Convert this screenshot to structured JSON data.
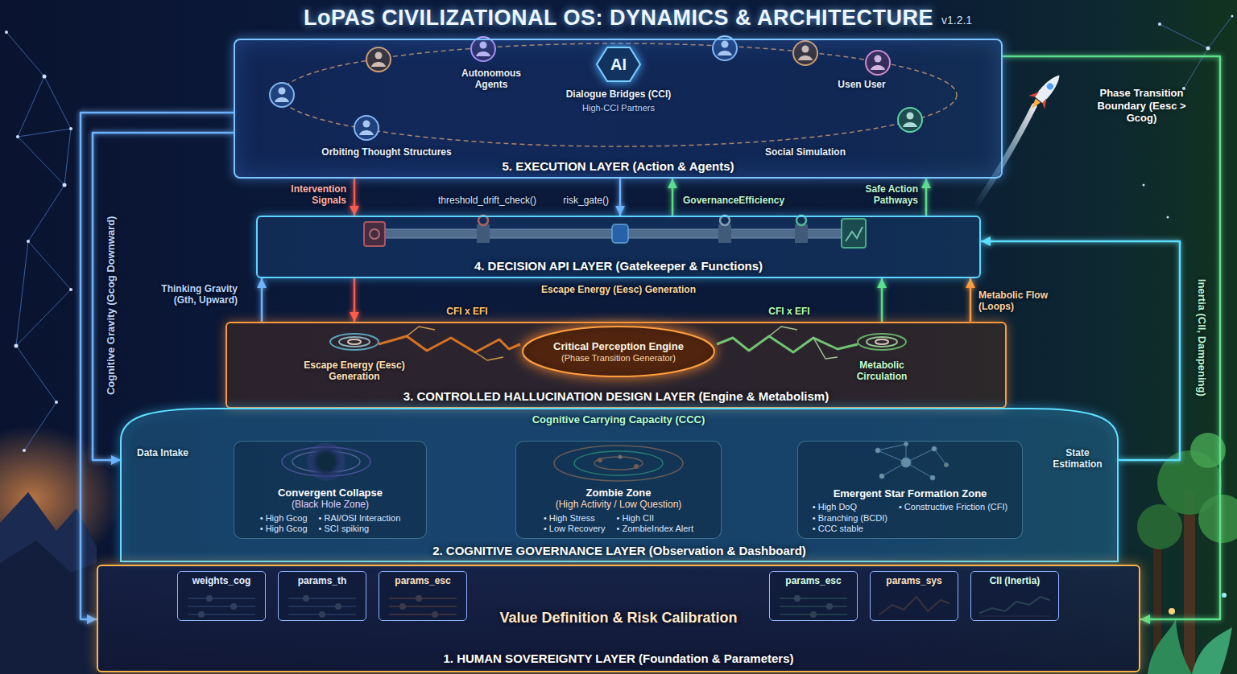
{
  "diagram": {
    "title": "LoPAS CIVILIZATIONAL OS: DYNAMICS & ARCHITECTURE",
    "nodes": [
      {
        "text": [
          "5. EXECUTION LAYER (Action & Agents)"
        ]
      },
      {
        "text": [
          "AI"
        ],
        "in": 0
      },
      {
        "text": [
          "4. DECISION API LAYER (Gatekeeper & Functions)"
        ]
      },
      {
        "text": [
          "3. CONTROLLED HALLUCINATION DESIGN LAYER (Engine & Metabolism)"
        ]
      },
      {
        "text": [
          "Critical Perception Engine",
          "(Phase Transition Generator)"
        ],
        "in": 3
      },
      {
        "text": [
          "2. COGNITIVE GOVERNANCE LAYER (Observation & Dashboard)"
        ]
      },
      {
        "text": [
          "Convergent Collapse",
          "(Black Hole Zone)",
          "• High Gcog",
          "• High Gcog",
          "• RAI/OSI Interaction",
          "• SCI spiking"
        ],
        "in": 5
      },
      {
        "text": [
          "Zombie Zone",
          "(High Activity / Low Question)",
          "• High Stress",
          "• Low Recovery",
          "• High CII",
          "• ZombieIndex Alert"
        ],
        "in": 5
      },
      {
        "text": [
          "Emergent Star Formation Zone",
          "• High DoQ",
          "• Branching (BCDI)",
          "• CCC stable",
          "• Constructive Friction (CFI)"
        ],
        "in": 5
      },
      {
        "text": [
          "Value Definition & Risk Calibration",
          "1. HUMAN SOVEREIGNTY LAYER (Foundation & Parameters)"
        ]
      },
      {
        "text": [
          "weights_cog"
        ],
        "in": 9
      },
      {
        "text": [
          "params_th"
        ],
        "in": 9
      },
      {
        "text": [
          "params_esc"
        ],
        "in": 9
      },
      {
        "text": [
          "params_esc"
        ],
        "in": 9
      },
      {
        "text": [
          "params_sys"
        ],
        "in": 9
      },
      {
        "text": [
          "CII (Inertia)"
        ],
        "in": 9
      }
    ],
    "edges": [
      {
        "from": 0,
        "to": 2,
        "arrow": "to"
      },
      {
        "from": 2,
        "to": 3,
        "arrow": "to"
      },
      {
        "from": 0,
        "to": 2,
        "arrow": "to"
      },
      {
        "from": 2,
        "to": 0,
        "arrow": "to"
      },
      {
        "from": 2,
        "to": 0,
        "arrow": "to"
      },
      {
        "from": 3,
        "to": 2,
        "arrow": "to"
      },
      {
        "from": 3,
        "to": 2,
        "arrow": "to"
      },
      {
        "from": 3,
        "to": 2,
        "arrow": "to"
      },
      {
        "from": 0,
        "to": 9,
        "arrow": "to"
      },
      {
        "from": 0,
        "to": 5,
        "arrow": "to"
      },
      {
        "from": 0,
        "to": 9,
        "arrow": "to"
      },
      {
        "from": 5,
        "to": 2,
        "arrow": "to"
      }
    ],
    "labels": [
      "v1.2.1",
      "Autonomous Agents",
      "Dialogue Bridges (CCI)",
      "High-CCI Partners",
      "Usen User",
      "Orbiting Thought Structures",
      "Social Simulation",
      "Phase Transition Boundary (Eesc > Gcog)",
      "Intervention Signals",
      "threshold_drift_check()",
      "risk_gate()",
      "GovernanceEfficiency",
      "Safe Action Pathways",
      "Escape Energy (Eesc) Generation",
      "CFI x EFI",
      "CFI x EFI",
      "Escape Energy (Eesc) Generation",
      "Metabolic Circulation",
      "Thinking Gravity (Gth, Upward)",
      "Metabolic Flow (Loops)",
      "Cognitive Gravity (Gcog Downward)",
      "Inertia (CII, Dampening)",
      "Data Intake",
      "Cognitive Carrying Capacity (CCC)",
      "State Estimation"
    ]
  }
}
